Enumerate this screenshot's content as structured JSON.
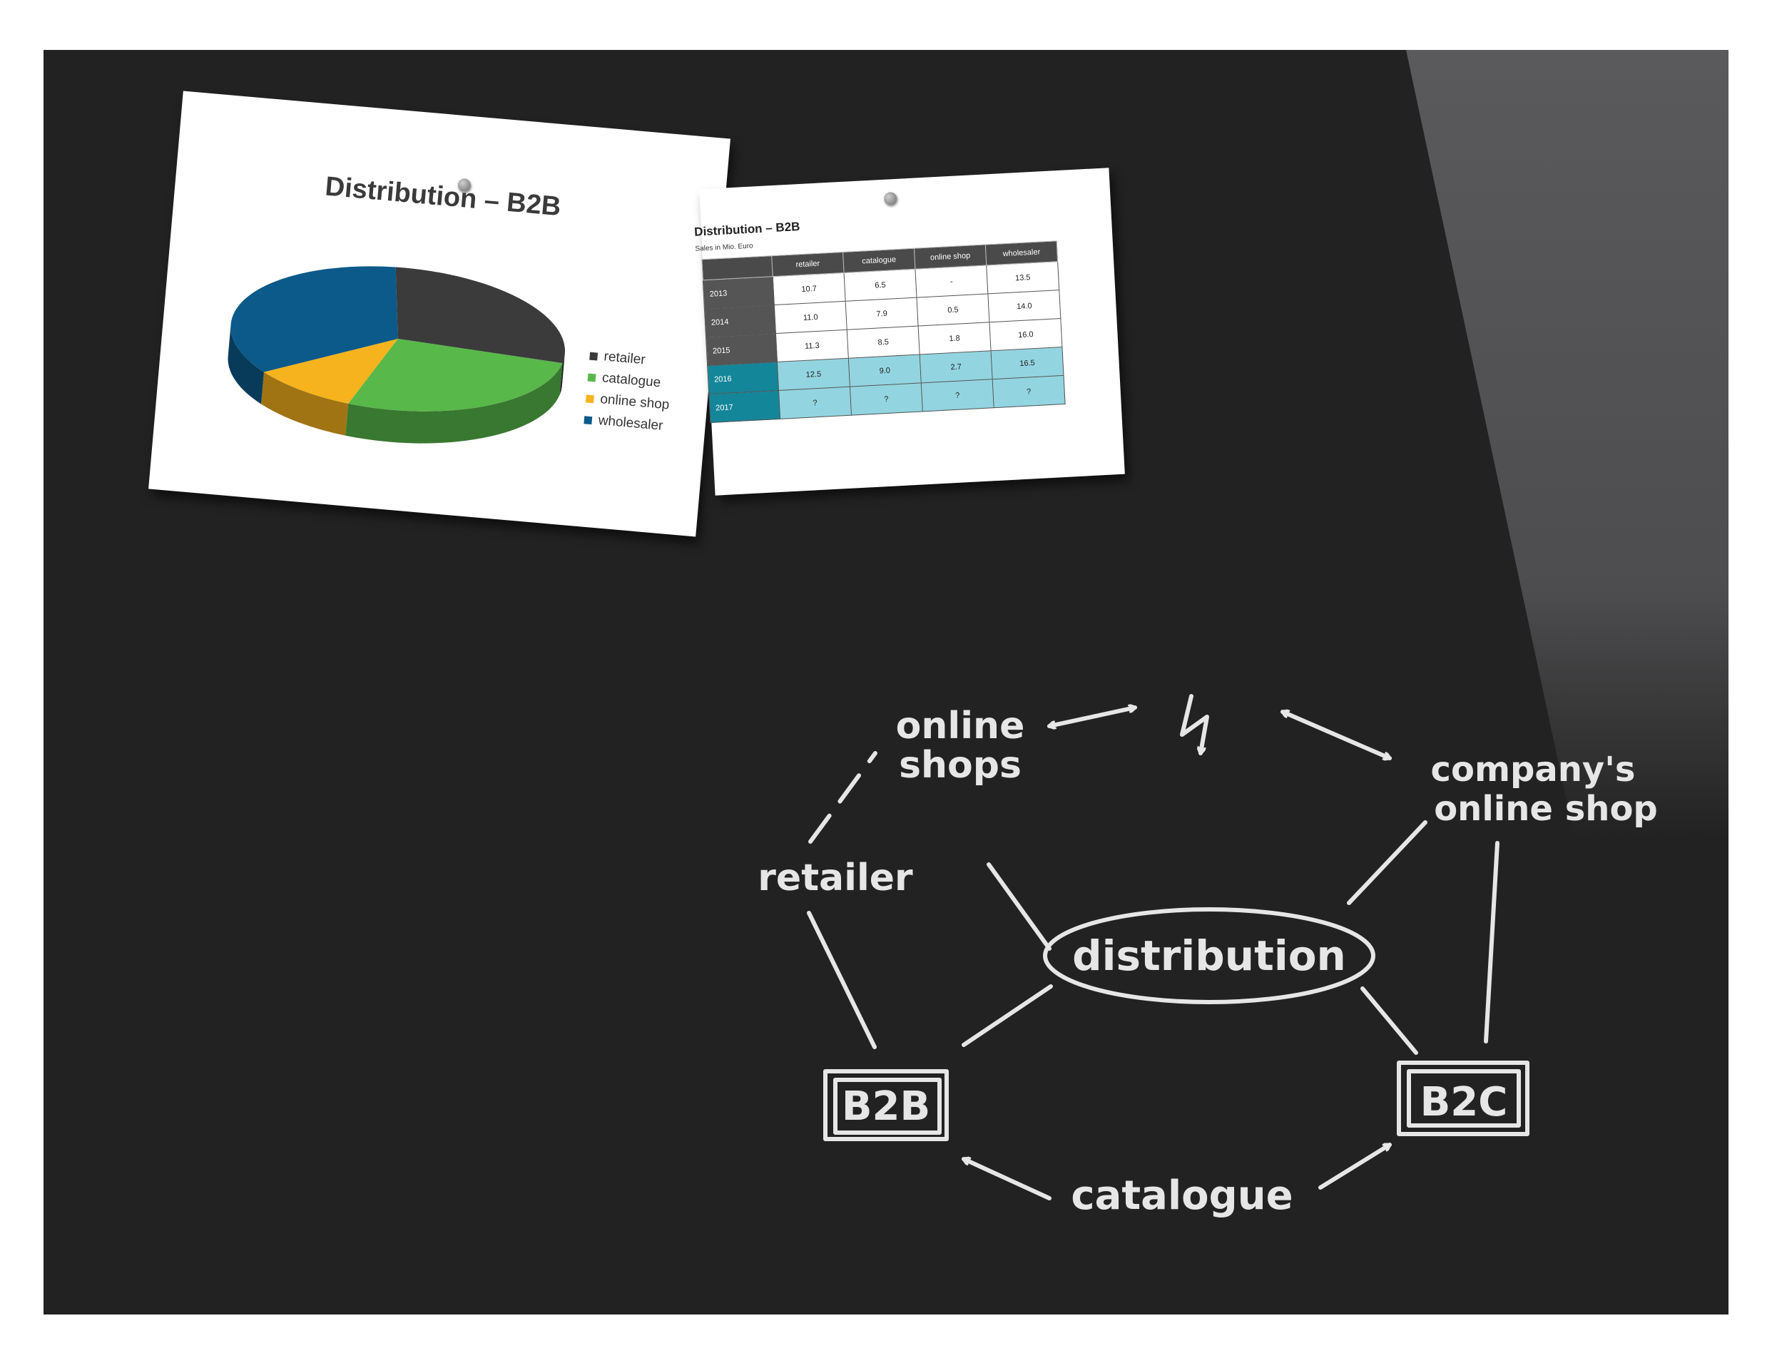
{
  "pie_card": {
    "title": "Distribution – B2B",
    "legend": [
      {
        "label": "retailer",
        "color": "#3b3b3b"
      },
      {
        "label": "catalogue",
        "color": "#58b84a"
      },
      {
        "label": "online shop",
        "color": "#f6b31d"
      },
      {
        "label": "wholesaler",
        "color": "#0c5a8a"
      }
    ]
  },
  "table_card": {
    "title": "Distribution – B2B",
    "subtitle": "Sales in Mio. Euro"
  },
  "chart_data": [
    {
      "type": "pie",
      "title": "Distribution – B2B",
      "series": [
        {
          "name": "retailer",
          "value": 28,
          "color": "#3b3b3b"
        },
        {
          "name": "catalogue",
          "value": 27,
          "color": "#58b84a"
        },
        {
          "name": "online shop",
          "value": 10,
          "color": "#f6b31d"
        },
        {
          "name": "wholesaler",
          "value": 35,
          "color": "#0c5a8a"
        }
      ],
      "legend": "right"
    },
    {
      "type": "table",
      "title": "Distribution – B2B",
      "subtitle": "Sales in Mio. Euro",
      "columns": [
        "retailer",
        "catalogue",
        "online shop",
        "wholesaler"
      ],
      "rows": [
        {
          "year": "2013",
          "values": [
            "10.7",
            "6.5",
            "-",
            "13.5"
          ],
          "highlight": false
        },
        {
          "year": "2014",
          "values": [
            "11.0",
            "7.9",
            "0.5",
            "14.0"
          ],
          "highlight": false
        },
        {
          "year": "2015",
          "values": [
            "11.3",
            "8.5",
            "1.8",
            "16.0"
          ],
          "highlight": false
        },
        {
          "year": "2016",
          "values": [
            "12.5",
            "9.0",
            "2.7",
            "16.5"
          ],
          "highlight": true
        },
        {
          "year": "2017",
          "values": [
            "?",
            "?",
            "?",
            "?"
          ],
          "highlight": true
        }
      ]
    }
  ],
  "sketch": {
    "center": "distribution",
    "b2b": "B2B",
    "b2c": "B2C",
    "online_shops_1": "online",
    "online_shops_2": "shops",
    "company_shop_1": "company's",
    "company_shop_2": "online shop",
    "retailer": "retailer",
    "catalogue": "catalogue",
    "conflict_symbol": "lightning-bolt-icon"
  }
}
